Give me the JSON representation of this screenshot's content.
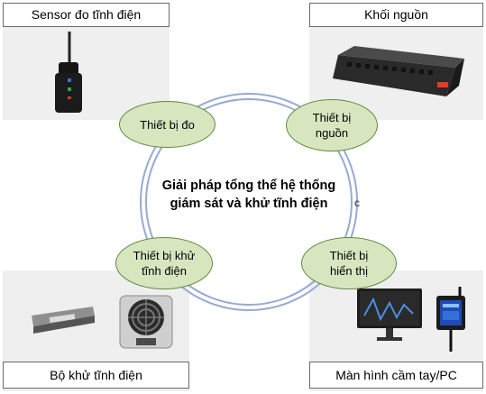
{
  "center": {
    "line1": "Giải pháp tổng thể hệ thống",
    "line2": "giám sát và khử tĩnh điện"
  },
  "stray_glyph": "c",
  "panels": {
    "sensor": {
      "label": "Sensor đo tĩnh điện"
    },
    "power": {
      "label": "Khối nguồn"
    },
    "ionizer": {
      "label": "Bộ khử tĩnh điện"
    },
    "display": {
      "label": "Màn hình cầm tay/PC"
    }
  },
  "bubbles": {
    "measure": {
      "line1": "Thiết bị đo",
      "line2": ""
    },
    "power": {
      "line1": "Thiết bị",
      "line2": "nguồn"
    },
    "ionizer": {
      "line1": "Thiết bị khử",
      "line2": "tĩnh điện"
    },
    "display": {
      "line1": "Thiết bị",
      "line2": "hiển thị"
    }
  },
  "colors": {
    "bubble_fill": "#d8e6c0",
    "bubble_border": "#5f8a3d",
    "ring": "#97a9d3",
    "panel_bg": "#efefef",
    "power_led": "#e53b2a"
  }
}
